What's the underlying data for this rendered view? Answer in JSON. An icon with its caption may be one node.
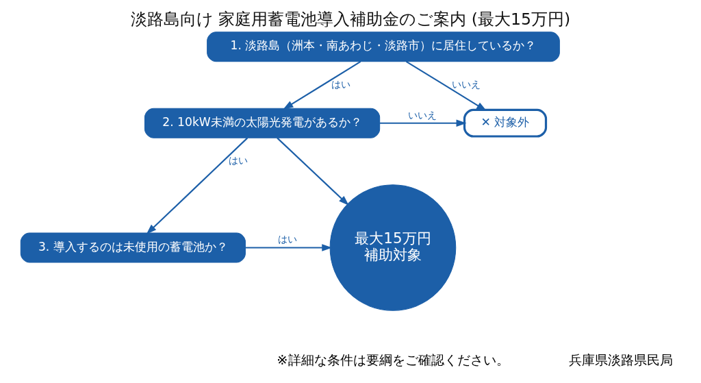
{
  "diagram": {
    "title": "淡路島向け 家庭用蓄電池導入補助金のご案内 (最大15万円)",
    "nodes": [
      {
        "text": [
          "1. 淡路島（洲本・南あわじ・淡路市）に居住しているか？"
        ]
      },
      {
        "text": [
          "2. 10kW未満の太陽光発電があるか？"
        ]
      },
      {
        "text": [
          "3. 導入するのは未使用の蓄電池か？"
        ]
      },
      {
        "text": [
          "✕ 対象外"
        ]
      },
      {
        "text": [
          "最大15万円",
          "補助対象"
        ]
      }
    ],
    "edges": [
      {
        "from": 0,
        "to": 1,
        "arrow": "to",
        "label": "はい"
      },
      {
        "from": 0,
        "to": 3,
        "arrow": "to",
        "label": "いいえ"
      },
      {
        "from": 1,
        "to": 3,
        "arrow": "to",
        "label": "いいえ"
      },
      {
        "from": 1,
        "to": 4,
        "arrow": "to"
      },
      {
        "from": 1,
        "to": 2,
        "arrow": "to",
        "label": "はい"
      },
      {
        "from": 2,
        "to": 4,
        "arrow": "to",
        "label": "はい"
      }
    ],
    "labels": [
      "※詳細な条件は要綱をご確認ください。",
      "兵庫県淡路県民局"
    ]
  }
}
